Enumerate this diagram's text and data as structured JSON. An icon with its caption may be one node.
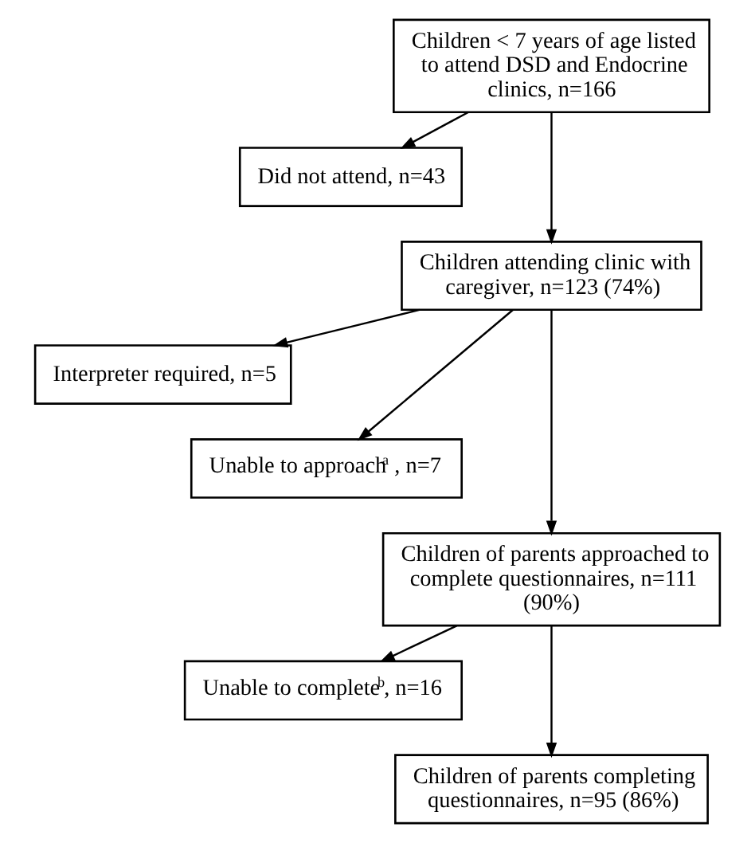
{
  "diagram": {
    "nodes": [
      {
        "text": [
          "Children < 7 years of age listed to attend DSD and Endocrine clinics, n=166"
        ]
      },
      {
        "text": [
          "Did not attend, n=43"
        ]
      },
      {
        "text": [
          "Children attending clinic with caregiver, n=123 (74%)"
        ]
      },
      {
        "text": [
          "Interpreter required, n=5"
        ]
      },
      {
        "text": [
          "Unable to approach$^{a}$ , n=7"
        ]
      },
      {
        "text": [
          "Children of parents approached to complete questionnaires, n=111 (90%)"
        ]
      },
      {
        "text": [
          "Unable to complete$^{b}$, n=16"
        ]
      },
      {
        "text": [
          "Children of parents completing questionnaires, n=95 (86%)"
        ]
      }
    ],
    "edges": [
      {
        "from": 0,
        "to": 1,
        "arrow": "to"
      },
      {
        "from": 0,
        "to": 2,
        "arrow": "to"
      },
      {
        "from": 2,
        "to": 3,
        "arrow": "to"
      },
      {
        "from": 2,
        "to": 4,
        "arrow": "to"
      },
      {
        "from": 2,
        "to": 5,
        "arrow": "to"
      },
      {
        "from": 5,
        "to": 6,
        "arrow": "to"
      },
      {
        "from": 5,
        "to": 7,
        "arrow": "to"
      }
    ]
  }
}
